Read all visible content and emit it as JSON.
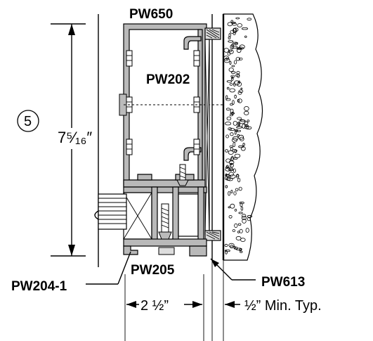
{
  "labels": {
    "pw650": "PW650",
    "pw202": "PW202",
    "pw205": "PW205",
    "pw204_1": "PW204-1",
    "pw613": "PW613"
  },
  "dimensions": {
    "height": "7⁵⁄₁₆″",
    "width": "2 ½”",
    "gap": "½” Min. Typ."
  },
  "detail_number": "5",
  "colors": {
    "profile_fill": "#b9b9b9",
    "line": "#000000"
  }
}
